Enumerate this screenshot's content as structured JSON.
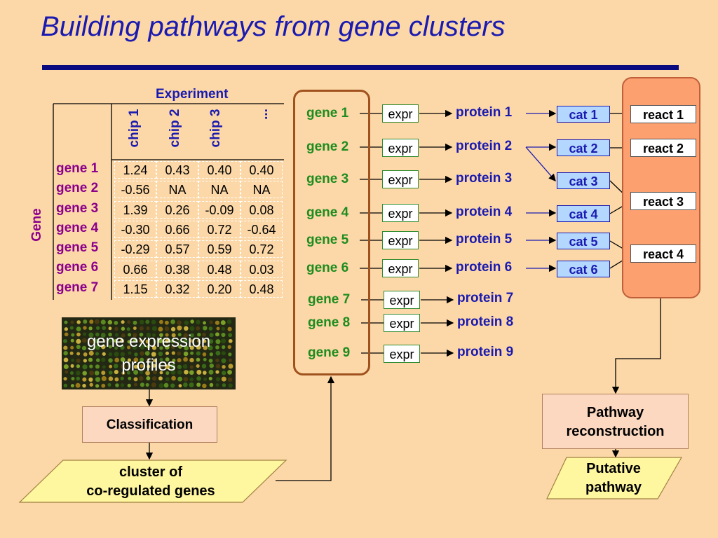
{
  "title": "Building pathways from gene clusters",
  "table": {
    "experiment_label": "Experiment",
    "gene_axis_label": "Gene",
    "chips": [
      "chip 1",
      "chip 2",
      "chip 3",
      "..."
    ],
    "rows": [
      {
        "gene": "gene 1",
        "values": [
          "1.24",
          "0.43",
          "0.40",
          "0.40"
        ]
      },
      {
        "gene": "gene 2",
        "values": [
          "-0.56",
          "NA",
          "NA",
          "NA"
        ]
      },
      {
        "gene": "gene 3",
        "values": [
          "1.39",
          "0.26",
          "-0.09",
          "0.08"
        ]
      },
      {
        "gene": "gene 4",
        "values": [
          "-0.30",
          "0.66",
          "0.72",
          "-0.64"
        ]
      },
      {
        "gene": "gene 5",
        "values": [
          "-0.29",
          "0.57",
          "0.59",
          "0.72"
        ]
      },
      {
        "gene": "gene 6",
        "values": [
          "0.66",
          "0.38",
          "0.48",
          "0.03"
        ]
      },
      {
        "gene": "gene 7",
        "values": [
          "1.15",
          "0.32",
          "0.20",
          "0.48"
        ]
      }
    ]
  },
  "profiles_label": "gene expression profiles",
  "classification_label": "Classification",
  "cluster": {
    "line1": "cluster of",
    "line2": "co-regulated genes"
  },
  "genes": [
    "gene 1",
    "gene 2",
    "gene 3",
    "gene 4",
    "gene 5",
    "gene 6",
    "gene 7",
    "gene 8",
    "gene 9"
  ],
  "expr_label": "expr",
  "proteins": [
    "protein 1",
    "protein 2",
    "protein 3",
    "protein 4",
    "protein 5",
    "protein 6",
    "protein 7",
    "protein 8",
    "protein 9"
  ],
  "cats": [
    "cat 1",
    "cat 2",
    "cat 3",
    "cat 4",
    "cat 5",
    "cat 6"
  ],
  "reacts": [
    "react 1",
    "react 2",
    "react 3",
    "react 4"
  ],
  "pathway_reconstruction": {
    "line1": "Pathway",
    "line2": "reconstruction"
  },
  "putative": {
    "line1": "Putative",
    "line2": "pathway"
  },
  "colors": {
    "title": "#1a1ab0",
    "gene": "#1e8c1e",
    "protein": "#1a1ab0",
    "row_label": "#8b008b",
    "background": "#fcd8a8",
    "react_panel": "#fca070"
  }
}
